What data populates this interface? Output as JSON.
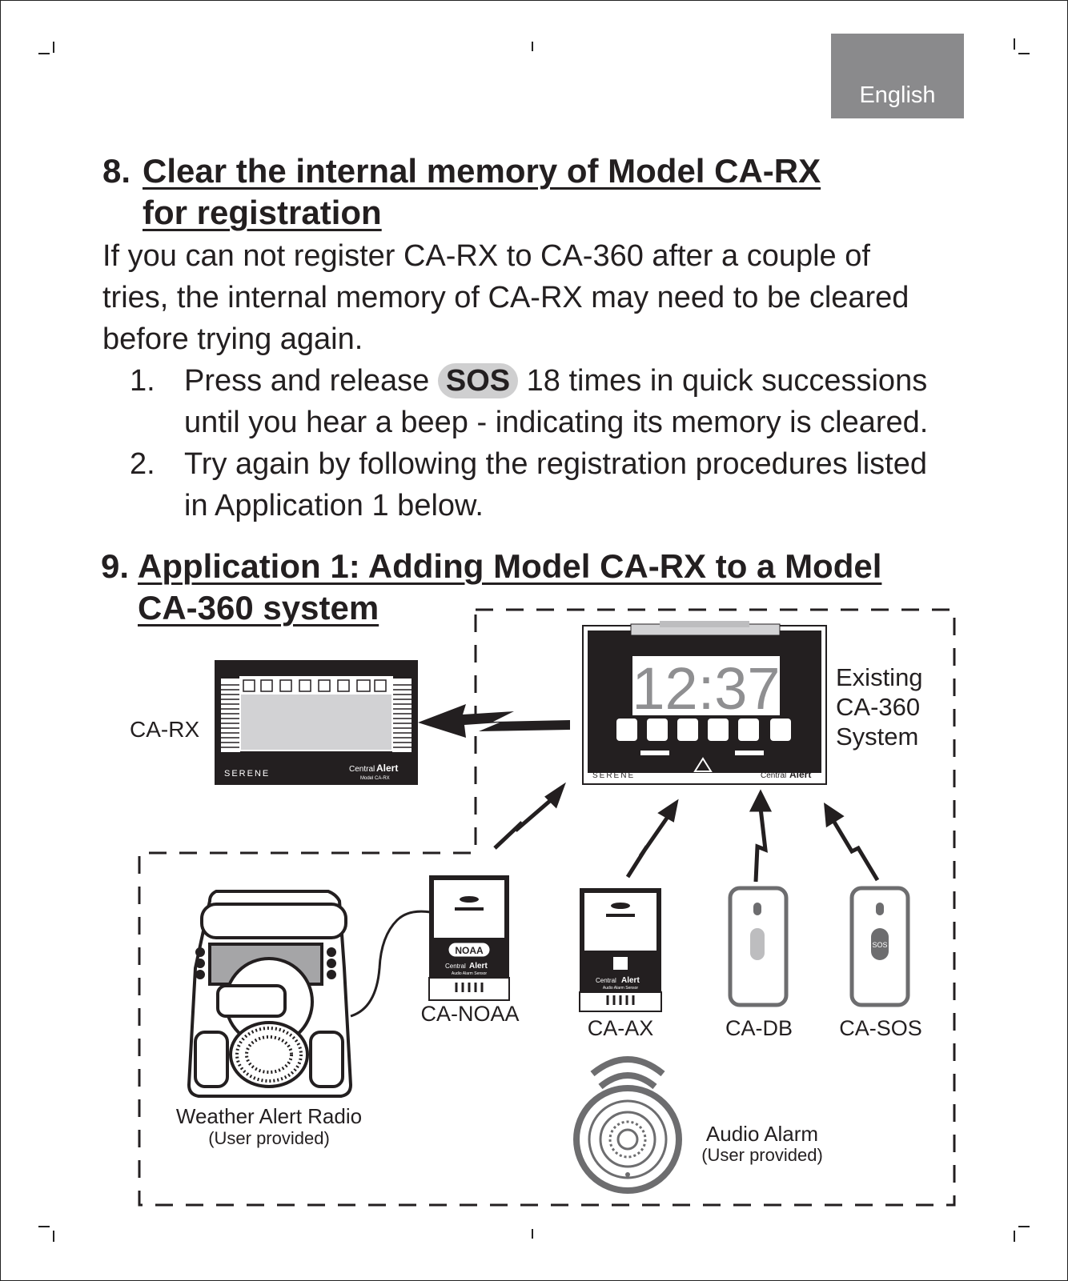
{
  "lang_tab": "English",
  "section8": {
    "number": "8.",
    "title_line1": "Clear the internal memory of Model CA-RX",
    "title_line2": "for registration",
    "para": [
      "If you can not register CA-RX to CA-360 after a couple of",
      "tries, the internal memory of CA-RX may need to be cleared",
      "before trying again."
    ],
    "steps": [
      {
        "num": "1.",
        "before": "Press and release ",
        "button": "SOS",
        "after": " 18 times in quick successions",
        "line2": "until you hear a beep - indicating its memory is cleared."
      },
      {
        "num": "2.",
        "line1": "Try again by following the registration procedures listed",
        "line2": "in Application 1 below."
      }
    ]
  },
  "section9": {
    "number": "9.",
    "title_line1": "Application 1:  Adding Model CA-RX to a Model ",
    "title_line2": "CA-360 system"
  },
  "diagram": {
    "ca_rx_label": "CA-RX",
    "existing_line1": "Existing",
    "existing_line2": "CA-360",
    "existing_line3": "System",
    "clock_time": "12:37",
    "brand_serene": "SERENE",
    "brand_central": "Central",
    "brand_alert": "Alert",
    "rx_model": "Model CA-RX",
    "noaa_badge": "NOAA",
    "sensor_sub": "Audio Alarm Sensor",
    "sos_badge": "SOS",
    "ca_noaa_label": "CA-NOAA",
    "ca_ax_label": "CA-AX",
    "ca_db_label": "CA-DB",
    "ca_sos_label": "CA-SOS",
    "radio_label": "Weather Alert Radio",
    "radio_sub": "(User provided)",
    "alarm_label": "Audio Alarm",
    "alarm_sub": "(User provided)"
  }
}
